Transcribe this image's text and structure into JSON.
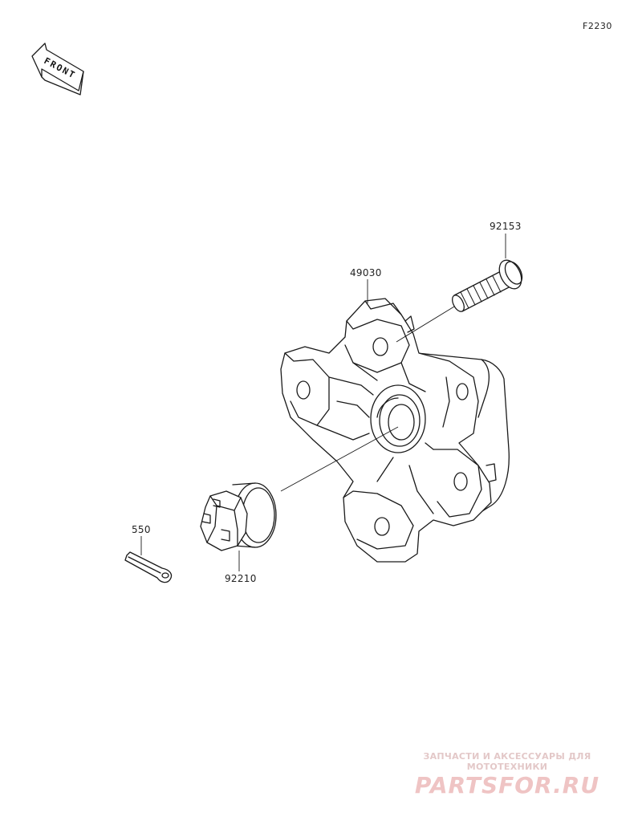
{
  "figure": {
    "code": "F2230"
  },
  "front_marker": {
    "text": "FRONT",
    "icon": "front-arrow-icon"
  },
  "parts": [
    {
      "number": "92153",
      "description": ""
    },
    {
      "number": "49030",
      "description": ""
    },
    {
      "number": "550",
      "description": ""
    },
    {
      "number": "92210",
      "description": ""
    }
  ],
  "watermark": {
    "subtitle": "ЗАПЧАСТИ И АКСЕССУАРЫ ДЛЯ МОТОТЕХНИКИ",
    "logo": "PARTSFOR.RU"
  }
}
